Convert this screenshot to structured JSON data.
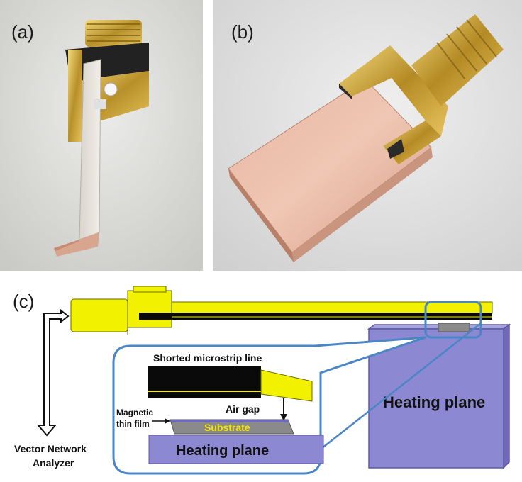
{
  "panels": {
    "a": "(a)",
    "b": "(b)",
    "c": "(c)"
  },
  "diagram": {
    "vna_label_line1": "Vector Network",
    "vna_label_line2": "Analyzer",
    "heating_plane_main": "Heating plane",
    "inset": {
      "microstrip_label": "Shorted microstrip line",
      "air_gap_label": "Air gap",
      "magnetic_film_line1": "Magnetic",
      "magnetic_film_line2": "thin film",
      "substrate_label": "Substrate",
      "heating_plane_label": "Heating plane"
    }
  },
  "colors": {
    "connector_yellow": "#f2f200",
    "heating_plane": "#8c88d2",
    "heating_plane_dark": "#6e6ab8",
    "inset_border": "#4a86c6",
    "substrate": "#8a8a8a",
    "substrate_text": "#f5e600"
  }
}
